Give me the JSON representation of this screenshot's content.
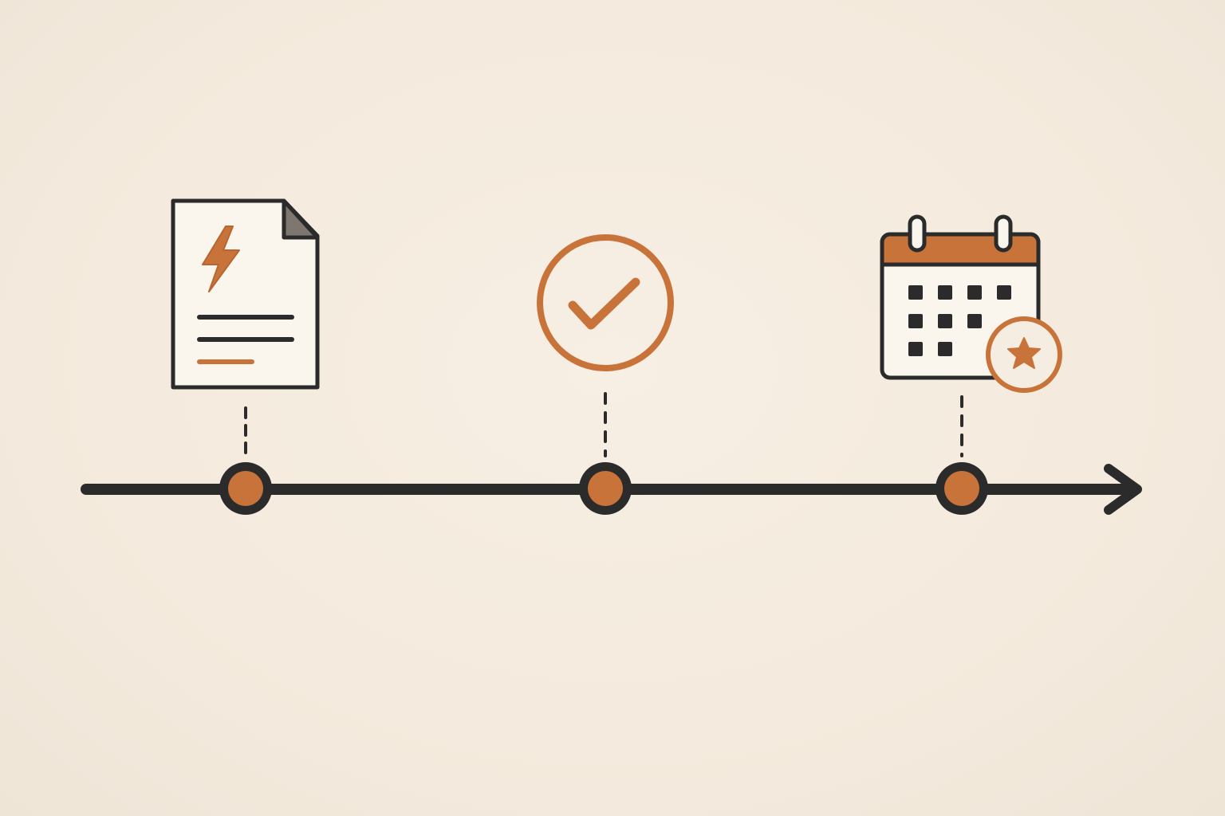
{
  "colors": {
    "background": "#f4eadd",
    "ink": "#2b2b2b",
    "accent": "#c8733a"
  },
  "timeline": {
    "direction": "left-to-right",
    "milestones": [
      {
        "order": 1,
        "icon": "document-lightning-icon"
      },
      {
        "order": 2,
        "icon": "check-circle-icon"
      },
      {
        "order": 3,
        "icon": "calendar-star-icon"
      }
    ]
  }
}
